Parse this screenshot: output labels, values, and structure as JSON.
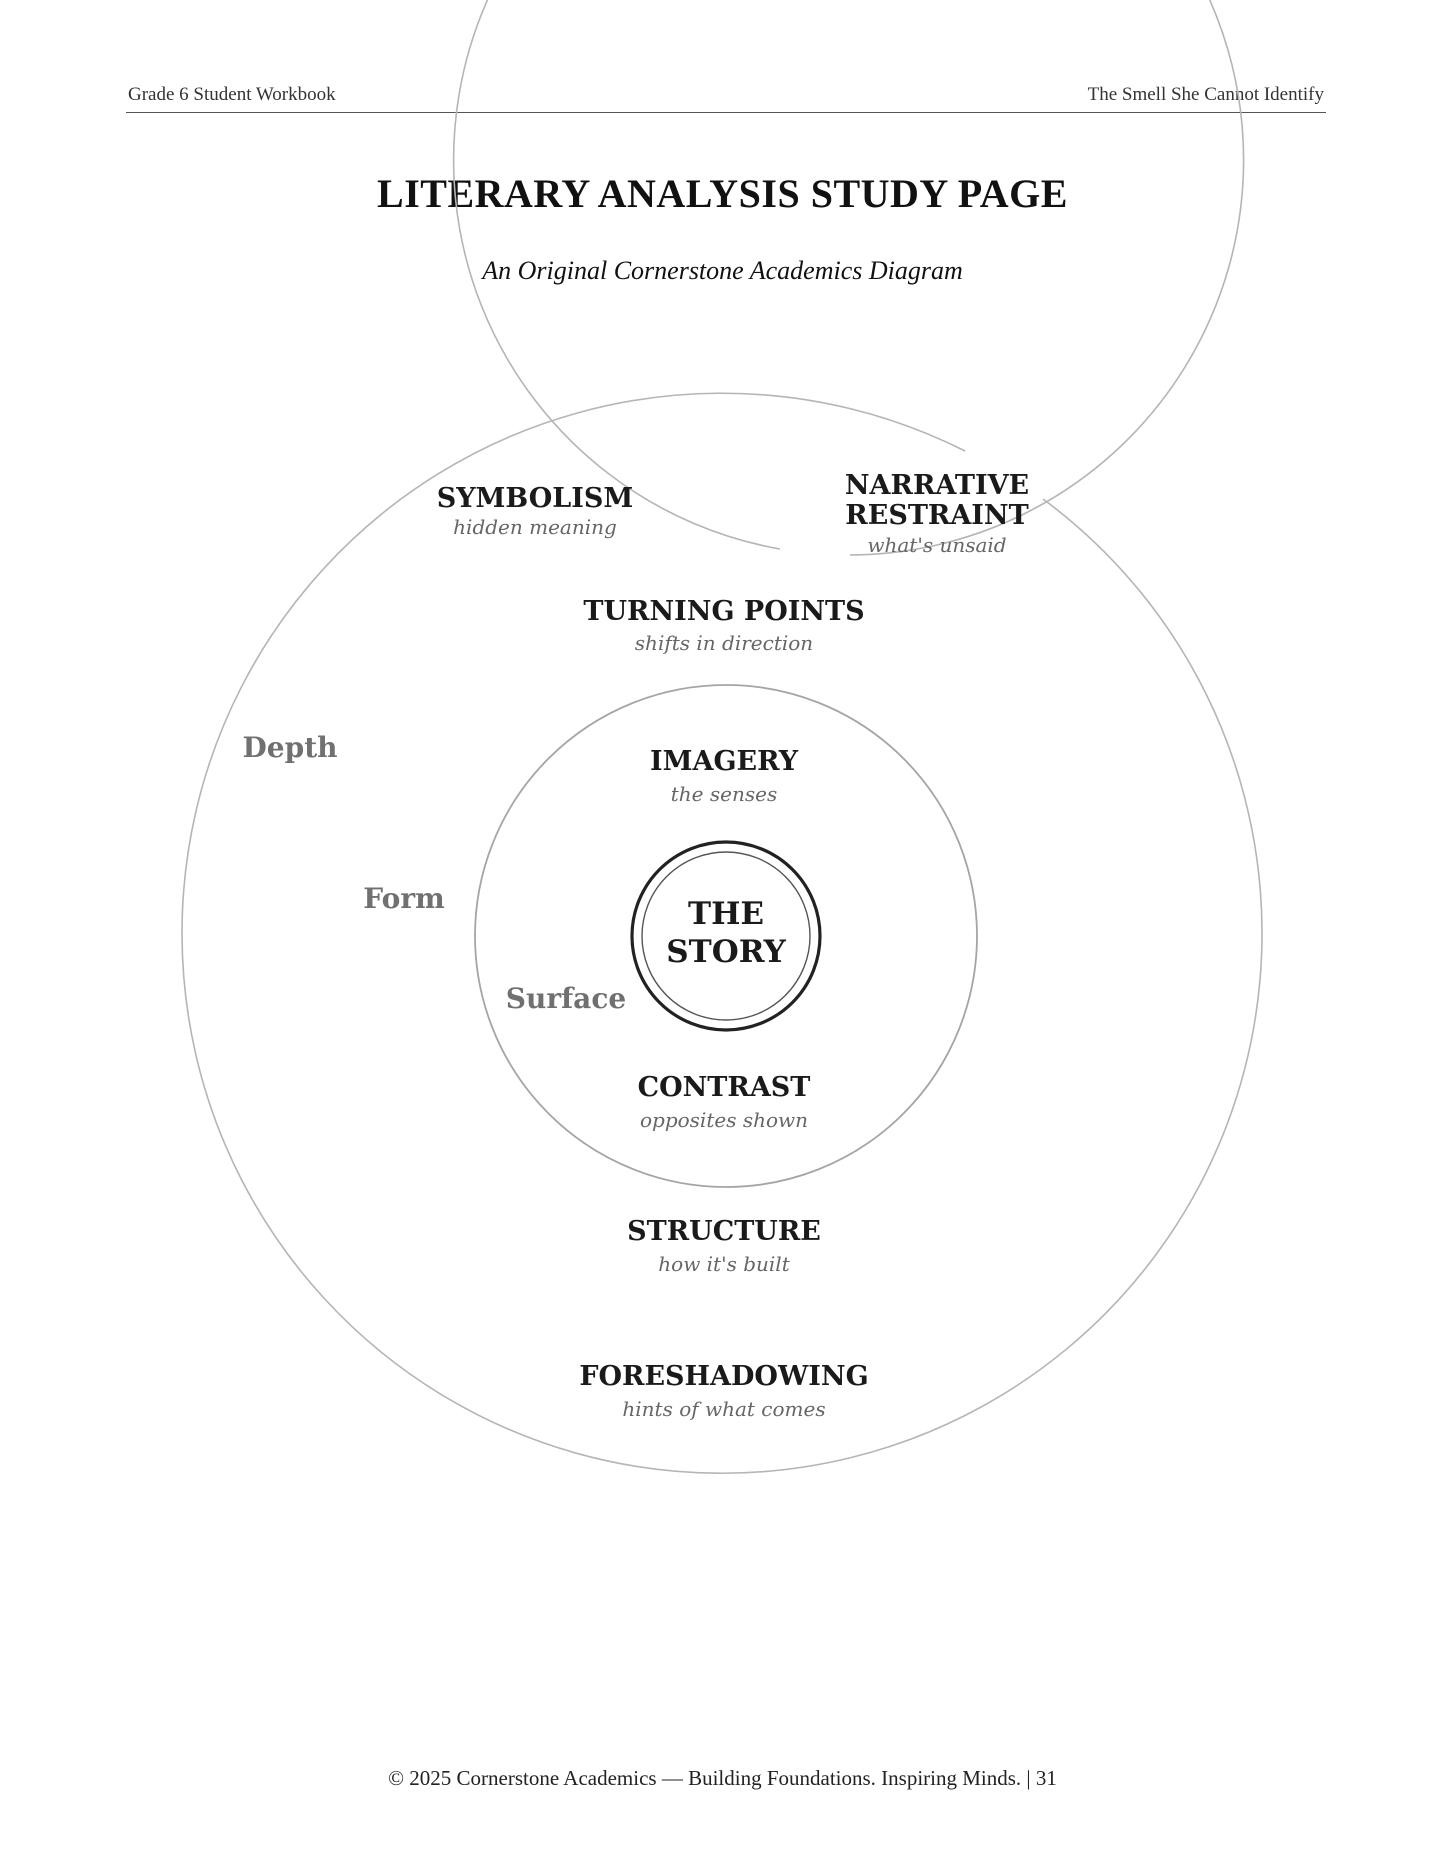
{
  "header": {
    "left": "Grade 6 Student Workbook",
    "right": "The Smell She Cannot Identify"
  },
  "title": "LITERARY ANALYSIS STUDY PAGE",
  "subtitle": "An Original Cornerstone Academics Diagram",
  "diagram": {
    "center": {
      "line1": "THE",
      "line2": "STORY"
    },
    "rings": {
      "surface": "Surface",
      "form": "Form",
      "depth": "Depth"
    },
    "elements": {
      "imagery": {
        "label": "IMAGERY",
        "note": "the senses"
      },
      "contrast": {
        "label": "CONTRAST",
        "note": "opposites shown"
      },
      "turning_points": {
        "label": "TURNING POINTS",
        "note": "shifts in direction"
      },
      "structure": {
        "label": "STRUCTURE",
        "note": "how it's built"
      },
      "symbolism": {
        "label": "SYMBOLISM",
        "note": "hidden meaning"
      },
      "narrative_restraint": {
        "line1": "NARRATIVE",
        "line2": "RESTRAINT",
        "note": "what's unsaid"
      },
      "foreshadowing": {
        "label": "FORESHADOWING",
        "note": "hints of what comes"
      }
    }
  },
  "footer": "© 2025 Cornerstone Academics — Building Foundations. Inspiring Minds. | 31"
}
